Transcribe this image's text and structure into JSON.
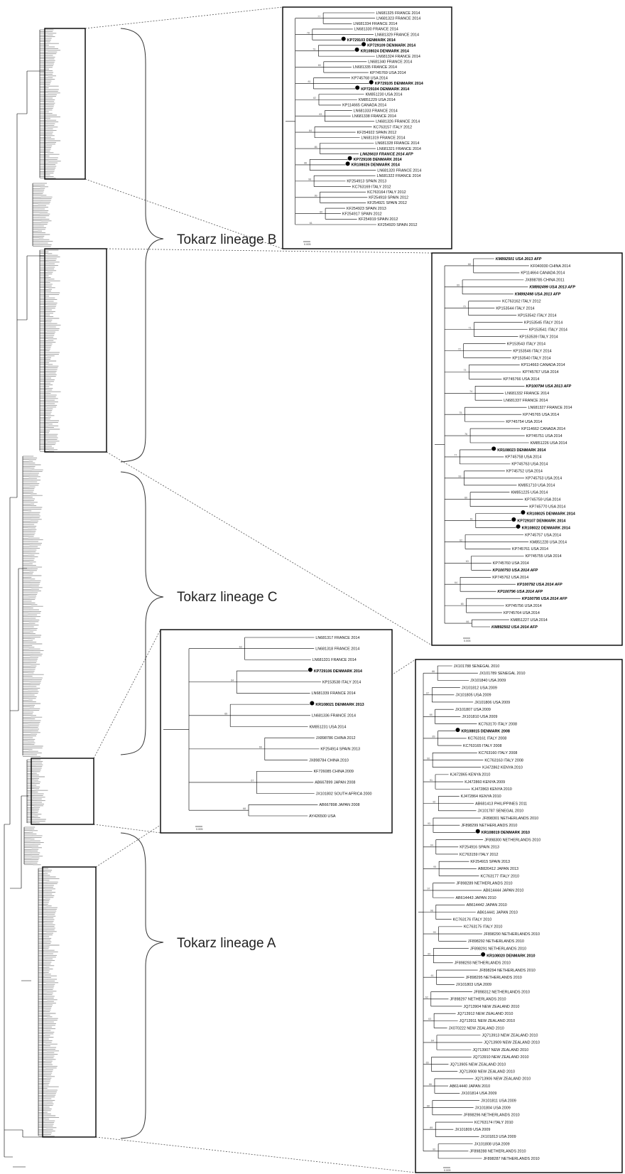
{
  "lineage_labels": [
    {
      "id": "B",
      "text": "Tokarz lineage B"
    },
    {
      "id": "C",
      "text": "Tokarz lineage C"
    },
    {
      "id": "A",
      "text": "Tokarz lineage A"
    }
  ],
  "scale_label": "0.005",
  "panels": [
    {
      "id": "lineageB",
      "leaves": [
        {
          "t": "LN681325 FRANCE 2014"
        },
        {
          "t": "LN681323 FRANCE 2014"
        },
        {
          "t": "LN681334 FRANCE 2014"
        },
        {
          "t": "LN681330 FRANCE 2014"
        },
        {
          "t": "LN681329 FRANCE 2014"
        },
        {
          "t": "KP729103 DENMARK 2014",
          "bold": true,
          "dot": true
        },
        {
          "t": "KP729109 DENMARK 2014",
          "bold": true,
          "dot": true
        },
        {
          "t": "KR108024 DENMARK 2014",
          "bold": true,
          "dot": true
        },
        {
          "t": "LN681324 FRANCE 2014"
        },
        {
          "t": "LN681340 FRANCE 2014"
        },
        {
          "t": "LN681335 FRANCE 2014"
        },
        {
          "t": "KP745769 USA 2014"
        },
        {
          "t": "KP745768 USA 2014"
        },
        {
          "t": "KP729105 DENMARK 2014",
          "bold": true,
          "dot": true
        },
        {
          "t": "KP729104 DENMARK 2014",
          "bold": true,
          "dot": true
        },
        {
          "t": "KM851230 USA 2014"
        },
        {
          "t": "KM851229 USA 2014"
        },
        {
          "t": "KP114665 CANADA 2014"
        },
        {
          "t": "LN681333 FRANCE 2014"
        },
        {
          "t": "LN681338 FRANCE 2014"
        },
        {
          "t": "LN681326 FRANCE 2014"
        },
        {
          "t": "KC763157 ITALY 2012"
        },
        {
          "t": "KF254922 SPAIN 2012"
        },
        {
          "t": "LN681319 FRANCE 2014"
        },
        {
          "t": "LN681328 FRANCE 2014"
        },
        {
          "t": "LN681321 FRANCE 2014"
        },
        {
          "t": "LN626610 FRANCE 2014 AFP",
          "bold": true,
          "italic": true
        },
        {
          "t": "KP729108 DENMARK 2014",
          "bold": true,
          "dot": true
        },
        {
          "t": "KR108026 DENMARK 2014",
          "bold": true,
          "dot": true
        },
        {
          "t": "LN681320 FRANCE 2014"
        },
        {
          "t": "LN681322 FRANCE 2014"
        },
        {
          "t": "KF254913 SPAIN 2013"
        },
        {
          "t": "KC763169 ITALY 2012"
        },
        {
          "t": "KC763164 ITALY 2012"
        },
        {
          "t": "KF254918 SPAIN 2012"
        },
        {
          "t": "KF254921 SPAIN 2012"
        },
        {
          "t": "KF254923 SPAIN 2013"
        },
        {
          "t": "KF254917 SPAIN 2012"
        },
        {
          "t": "KF254919 SPAIN 2012"
        },
        {
          "t": "KF254920 SPAIN 2012"
        }
      ]
    },
    {
      "id": "lineageC",
      "leaves": [
        {
          "t": "KM892501 USA 2013 AFP",
          "bold": true,
          "italic": true
        },
        {
          "t": "KF040030 CHINA 2014"
        },
        {
          "t": "KP114664 CANADA 2014"
        },
        {
          "t": "JX898785 CHINA 2011"
        },
        {
          "t": "KM892499 USA 2013 AFP",
          "bold": true,
          "italic": true
        },
        {
          "t": "KM892498 USA 2013 AFP",
          "bold": true,
          "italic": true
        },
        {
          "t": "KC763162 ITALY 2012"
        },
        {
          "t": "KP153544 ITALY 2014"
        },
        {
          "t": "KP153542 ITALY 2014"
        },
        {
          "t": "KP153545 ITALY 2014"
        },
        {
          "t": "KP153541 ITALY 2014"
        },
        {
          "t": "KP153539 ITALY 2014"
        },
        {
          "t": "KP153543 ITALY 2014"
        },
        {
          "t": "KP153546 ITALY 2014"
        },
        {
          "t": "KP153540 ITALY 2014"
        },
        {
          "t": "KP114663 CANADA 2014"
        },
        {
          "t": "KP745767 USA 2014"
        },
        {
          "t": "KP745766 USA 2014"
        },
        {
          "t": "KP100794 USA 2013 AFP",
          "bold": true,
          "italic": true
        },
        {
          "t": "LN681332 FRANCE 2014"
        },
        {
          "t": "LN681337 FRANCE 2014"
        },
        {
          "t": "LN681327 FRANCE 2014"
        },
        {
          "t": "KP745765 USA 2014"
        },
        {
          "t": "KP745754 USA 2014"
        },
        {
          "t": "KP114662 CANADA 2014"
        },
        {
          "t": "KP745751 USA 2014"
        },
        {
          "t": "KM851226 USA 2014"
        },
        {
          "t": "KR108023 DENMARK 2014",
          "bold": true,
          "dot": true
        },
        {
          "t": "KP745758 USA 2014"
        },
        {
          "t": "KP745763 USA 2014"
        },
        {
          "t": "KP745752 USA 2014"
        },
        {
          "t": "KP745753 USA 2014"
        },
        {
          "t": "KM851710 USA 2014"
        },
        {
          "t": "KM851225 USA 2014"
        },
        {
          "t": "KP745759 USA 2014"
        },
        {
          "t": "KP745770 USA 2014"
        },
        {
          "t": "KR108025 DENMARK 2014",
          "bold": true,
          "dot": true
        },
        {
          "t": "KP729107 DENMARK 2014",
          "bold": true,
          "dot": true
        },
        {
          "t": "KR108022 DENMARK 2014",
          "bold": true,
          "dot": true
        },
        {
          "t": "KP745757 USA 2014"
        },
        {
          "t": "KM851228 USA 2014"
        },
        {
          "t": "KP745761 USA 2014"
        },
        {
          "t": "KP745755 USA 2014"
        },
        {
          "t": "KP745760 USA 2014"
        },
        {
          "t": "KP100793 USA 2014 AFP",
          "bold": true,
          "italic": true
        },
        {
          "t": "KP745762 USA 2014"
        },
        {
          "t": "KP100792 USA 2014 AFP",
          "bold": true,
          "italic": true
        },
        {
          "t": "KP100796 USA 2014 AFP",
          "bold": true,
          "italic": true
        },
        {
          "t": "KP100795 USA 2014 AFP",
          "bold": true,
          "italic": true
        },
        {
          "t": "KP745756 USA 2014"
        },
        {
          "t": "KP745764 USA 2014"
        },
        {
          "t": "KM851227 USA 2014"
        },
        {
          "t": "KM892502 USA 2014 AFP",
          "bold": true,
          "italic": true
        }
      ]
    },
    {
      "id": "middle",
      "leaves": [
        {
          "t": "LN681317 FRANCE 2014"
        },
        {
          "t": "LN681318 FRANCE 2014"
        },
        {
          "t": "LN681331 FRANCE 2014"
        },
        {
          "t": "KP729106 DENMARK 2014",
          "bold": true,
          "dot": true
        },
        {
          "t": "KP153538 ITALY 2014"
        },
        {
          "t": "LN681339 FRANCE 2014"
        },
        {
          "t": "KR108021 DENMARK 2013",
          "bold": true,
          "dot": true
        },
        {
          "t": "LN681336 FRANCE 2014"
        },
        {
          "t": "KM851231 USA 2014"
        },
        {
          "t": "JX898786 CHINA 2012"
        },
        {
          "t": "KF254914 SPAIN 2013"
        },
        {
          "t": "JX898784 CHINA 2010"
        },
        {
          "t": "KF726085 CHINA 2009"
        },
        {
          "t": "AB667899 JAPAN 2008"
        },
        {
          "t": "JX101802 SOUTH AFRICA 2000"
        },
        {
          "t": "AB667898 JAPAN 2008"
        },
        {
          "t": "AY426500 USA"
        }
      ]
    },
    {
      "id": "lineageA",
      "leaves": [
        {
          "t": "JX101788 SENEGAL 2010"
        },
        {
          "t": "JX101789 SENEGAL 2010"
        },
        {
          "t": "JX101840 USA 2009"
        },
        {
          "t": "JX101812 USA 2009"
        },
        {
          "t": "JX101805 USA 2009"
        },
        {
          "t": "JX101806 USA 2009"
        },
        {
          "t": "JX101807 USA 2009"
        },
        {
          "t": "JX101810 USA 2009"
        },
        {
          "t": "KC763170 ITALY 2008"
        },
        {
          "t": "KR108015 DENMARK 2008",
          "bold": true,
          "dot": true
        },
        {
          "t": "KC763161 ITALY 2008"
        },
        {
          "t": "KC763165 ITALY 2008"
        },
        {
          "t": "KC763160 ITALY 2008"
        },
        {
          "t": "KC763163 ITALY 2008"
        },
        {
          "t": "KJ472862 KENYA 2010"
        },
        {
          "t": "KJ472865 KENYA 2010"
        },
        {
          "t": "KJ472860 KENYA 2009"
        },
        {
          "t": "KJ472863 KENYA 2010"
        },
        {
          "t": "KJ472864 KENYA 2010"
        },
        {
          "t": "AB681413 PHILIPPINES 2011"
        },
        {
          "t": "JX101787 SENEGAL 2010"
        },
        {
          "t": "JF898301 NETHERLANDS 2010"
        },
        {
          "t": "JF898299 NETHERLANDS 2010"
        },
        {
          "t": "KR108019 DENMARK 2010",
          "bold": true,
          "dot": true
        },
        {
          "t": "JF898300 NETHERLANDS 2010"
        },
        {
          "t": "KF254916 SPAIN 2013"
        },
        {
          "t": "KC763159 ITALY 2012"
        },
        {
          "t": "KF254915 SPAIN 2013"
        },
        {
          "t": "AB820412 JAPAN 2013"
        },
        {
          "t": "KC763177 ITALY 2010"
        },
        {
          "t": "JF898289 NETHERLANDS 2010"
        },
        {
          "t": "AB614444 JAPAN 2010"
        },
        {
          "t": "AB614443 JAPAN 2010"
        },
        {
          "t": "AB614442 JAPAN 2010"
        },
        {
          "t": "AB614441 JAPAN 2010"
        },
        {
          "t": "KC763176 ITALY 2010"
        },
        {
          "t": "KC763175 ITALY 2010"
        },
        {
          "t": "JF898290 NETHERLANDS 2010"
        },
        {
          "t": "JF898292 NETHERLANDS 2010"
        },
        {
          "t": "JF898291 NETHERLANDS 2010"
        },
        {
          "t": "KR108020 DENMARK 2010",
          "bold": true,
          "dot": true
        },
        {
          "t": "JF898293 NETHERLANDS 2010"
        },
        {
          "t": "JF898294 NETHERLANDS 2010"
        },
        {
          "t": "JF898295 NETHERLANDS 2010"
        },
        {
          "t": "JX101803 USA 2009"
        },
        {
          "t": "JF898312 NETHERLANDS 2010"
        },
        {
          "t": "JF898297 NETHERLANDS 2010"
        },
        {
          "t": "JQ713904 NEW ZEALAND 2010"
        },
        {
          "t": "JQ713912 NEW ZEALAND 2010"
        },
        {
          "t": "JQ713911 NEW ZEALAND 2010"
        },
        {
          "t": "JX070222 NEW ZEALAND 2010"
        },
        {
          "t": "JQ713913 NEW ZEALAND 2010"
        },
        {
          "t": "JQ713909 NEW ZEALAND 2010"
        },
        {
          "t": "JQ713907 NEW ZEALAND 2010"
        },
        {
          "t": "JQ713910 NEW ZEALAND 2010"
        },
        {
          "t": "JQ713905 NEW ZEALAND 2010"
        },
        {
          "t": "JQ713908 NEW ZEALAND 2010"
        },
        {
          "t": "JQ713906 NEW ZEALAND 2010"
        },
        {
          "t": "AB614440 JAPAN 2010"
        },
        {
          "t": "JX101814 USA 2009"
        },
        {
          "t": "JX101811 USA 2009"
        },
        {
          "t": "JX101804 USA 2009"
        },
        {
          "t": "JF898296 NETHERLANDS 2010"
        },
        {
          "t": "KC763174 ITALY 2010"
        },
        {
          "t": "JX101809 USA 2009"
        },
        {
          "t": "JX101813 USA 2009"
        },
        {
          "t": "JX101808 USA 2009"
        },
        {
          "t": "JF898288 NETHERLANDS 2010"
        },
        {
          "t": "JF898287 NETHERLANDS 2010"
        }
      ]
    }
  ]
}
